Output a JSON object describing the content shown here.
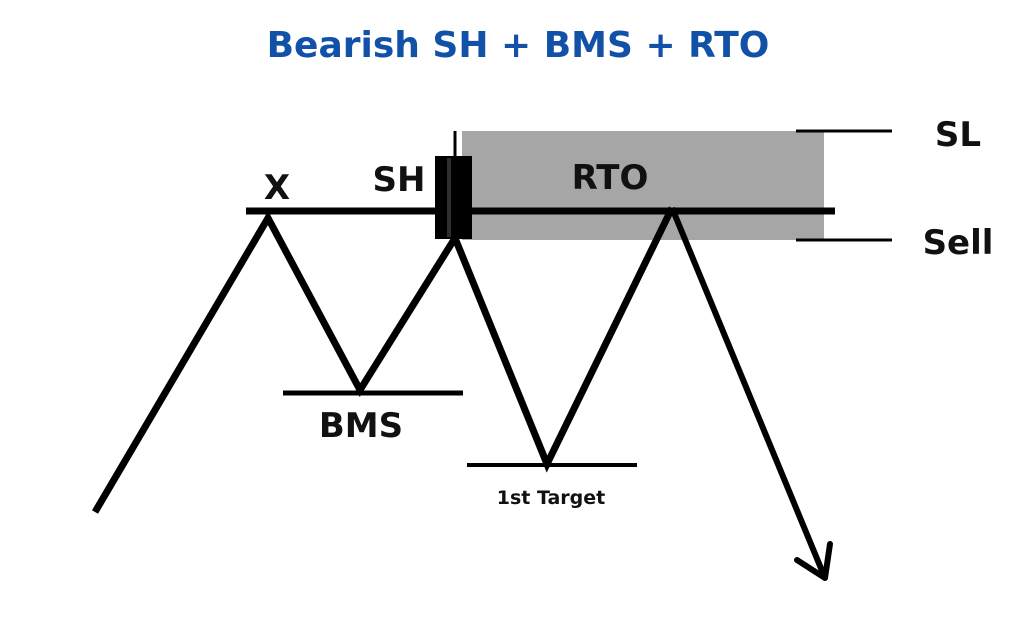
{
  "title": "Bearish SH + BMS + RTO",
  "labels": {
    "x": "X",
    "sh": "SH",
    "rto": "RTO",
    "bms": "BMS",
    "first_target": "1st Target",
    "sl": "SL",
    "sell": "Sell"
  },
  "colors": {
    "title": "#1251a8",
    "line": "#000000",
    "zone": "#a6a6a6",
    "text": "#111111",
    "background": "#ffffff"
  }
}
